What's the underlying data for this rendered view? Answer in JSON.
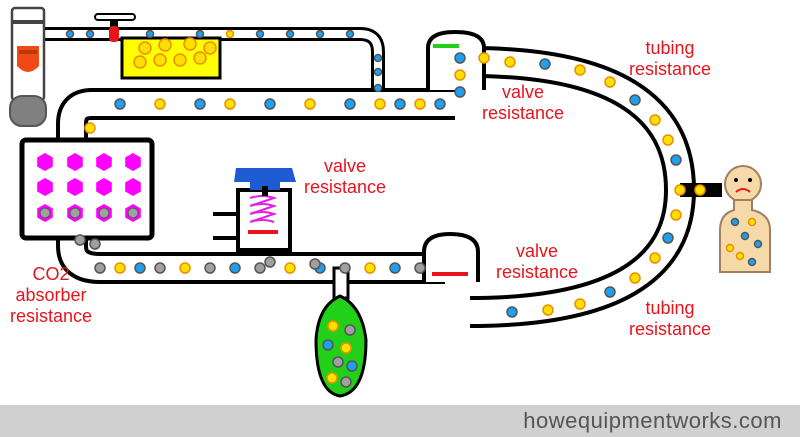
{
  "labels": {
    "valve_top_right": [
      "valve",
      "resistance"
    ],
    "tubing_top": [
      "tubing",
      "resistance"
    ],
    "valve_middle": [
      "valve",
      "resistance"
    ],
    "valve_lower_right": [
      "valve",
      "resistance"
    ],
    "co2_absorber": [
      "CO2",
      "absorber",
      "resistance"
    ],
    "tubing_bottom": [
      "tubing",
      "resistance"
    ]
  },
  "footer": {
    "site": "howequipmentworks.com"
  },
  "colors": {
    "label_red": "#e8141c",
    "oxygen_yellow": "#ffe100",
    "dot_orange_ring": "#f08c00",
    "co2_blue": "#1ea0f0",
    "grey_gas": "#a0a0a0",
    "absorber_magenta": "#ff00ff",
    "bag_green": "#22d01a",
    "valve_disc_green": "#22d01a",
    "valve_disc_red": "#e8141c",
    "knob_blue": "#1e5ad2",
    "footer_grey": "#d0d0d0"
  },
  "icons": [
    "flowmeter-icon",
    "vaporizer-icon",
    "patient-face-icon",
    "lungs-icon",
    "spring-icon"
  ]
}
